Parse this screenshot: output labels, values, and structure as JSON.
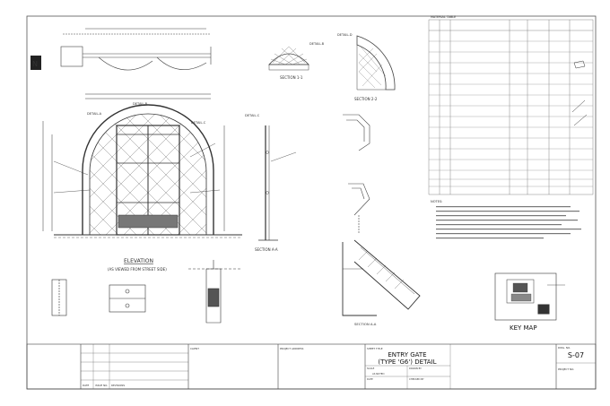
{
  "drawing": {
    "title_line1": "ENTRY GATE",
    "title_line2": "(TYPE 'G6') DETAIL",
    "sheet_no": "S-07",
    "sheet_title_label": "SHEET TITLE",
    "drawing_no_label": "DWG. NO.",
    "project_no_label": "PROJECT NO.",
    "client_label": "CLIENT",
    "project_address_label": "PROJECT ADDRESS",
    "scale_label": "SCALE",
    "date_label": "DATE",
    "drawn_by_label": "DRAWN BY",
    "checked_by_label": "CHECKED BY",
    "scale_value": "AS NOTED",
    "rev_date_label": "DATE",
    "rev_issue_label": "ISSUE NO.",
    "rev_desc_label": "REVISIONS"
  },
  "views": {
    "elevation_title": "ELEVATION",
    "elevation_sub": "(AS VIEWED FROM STREET SIDE)",
    "detail_a": "DETAIL-A",
    "detail_b": "DETAIL-B",
    "detail_c": "DETAIL-C",
    "detail_d": "DETAIL-D",
    "section_1": "SECTION 1-1",
    "section_2": "SECTION 2-2",
    "section_a": "SECTION A-A",
    "key_map": "KEY MAP"
  },
  "notes_title": "NOTES:",
  "material_table_title": "MATERIAL TABLE"
}
